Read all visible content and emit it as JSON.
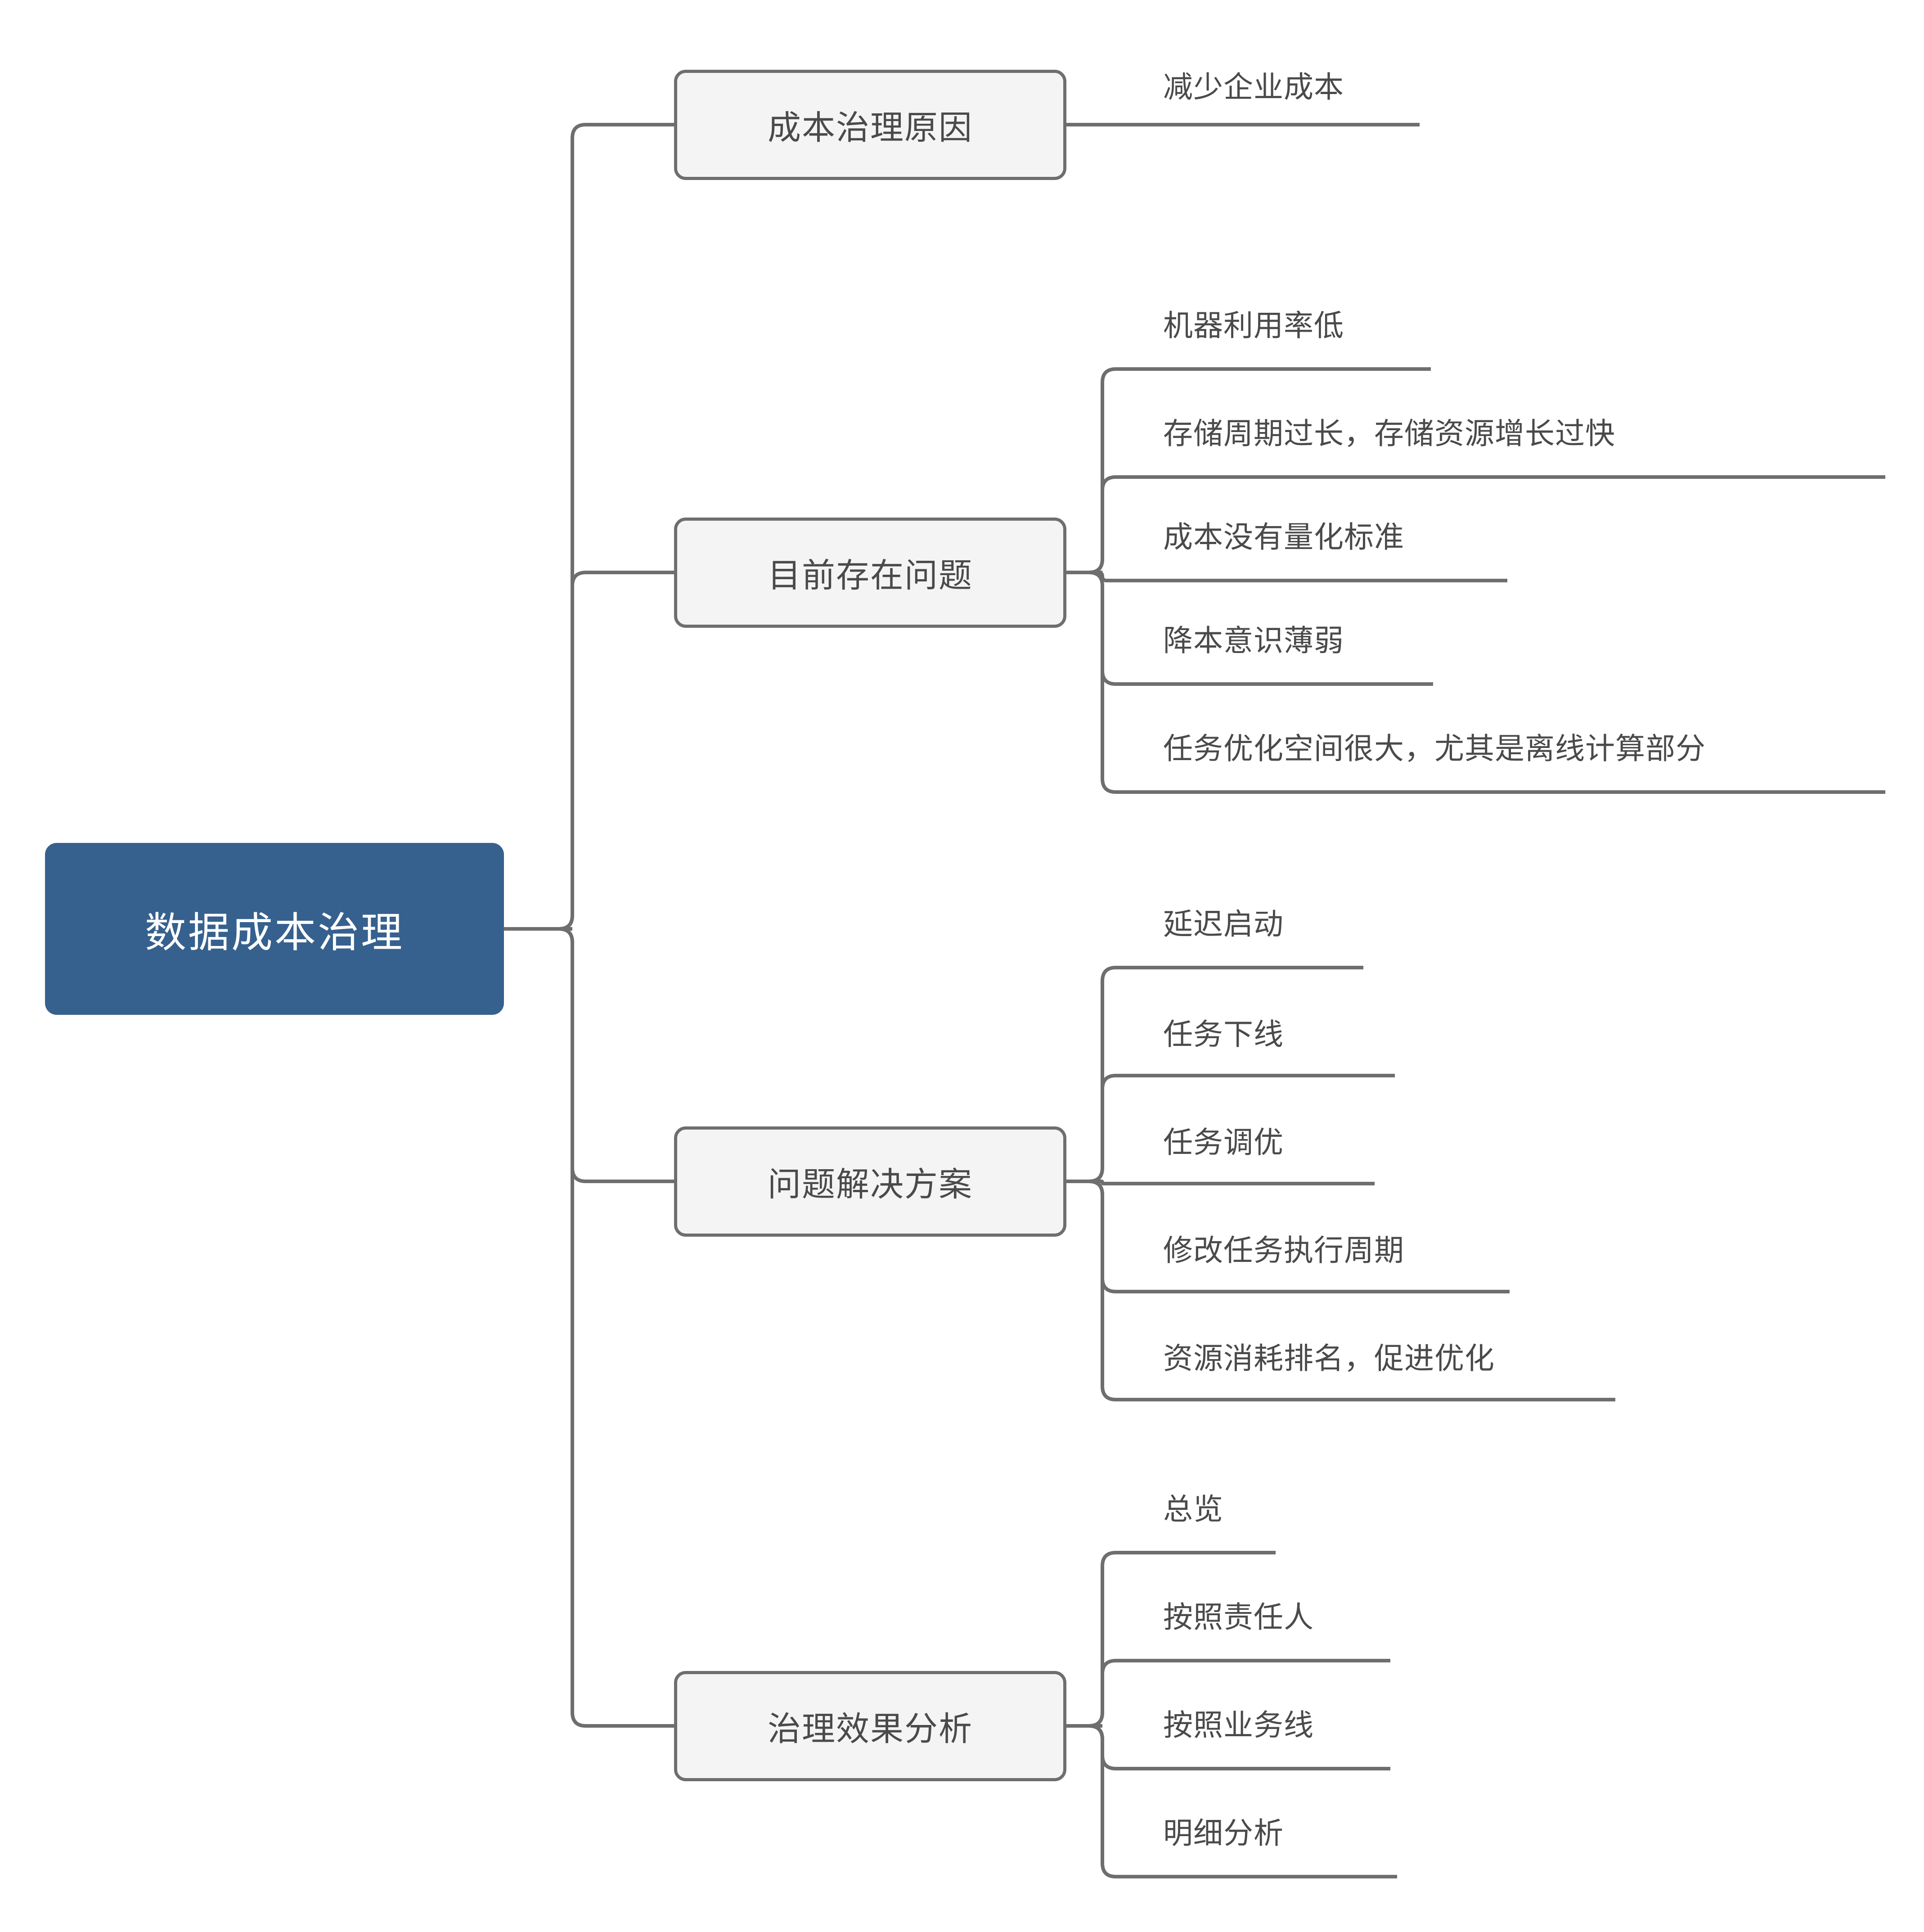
{
  "diagram": {
    "type": "mind-map",
    "title": "数据成本治理",
    "orientation": "left-to-right",
    "colors": {
      "root_fill": "#36618E",
      "root_text": "#FFFFFF",
      "branch_fill": "#F4F4F4",
      "branch_border": "#6E6E6E",
      "branch_text": "#4A4A4A",
      "leaf_text": "#4A4A4A",
      "connector": "#6E6E6E",
      "background": "#FFFFFF"
    }
  },
  "root": {
    "label": "数据成本治理"
  },
  "branches": [
    {
      "label": "成本治理原因",
      "leaves": [
        {
          "label": "减少企业成本"
        }
      ]
    },
    {
      "label": "目前存在问题",
      "leaves": [
        {
          "label": "机器利用率低"
        },
        {
          "label": "存储周期过长，存储资源增长过快"
        },
        {
          "label": "成本没有量化标准"
        },
        {
          "label": "降本意识薄弱"
        },
        {
          "label": "任务优化空间很大，尤其是离线计算部分"
        }
      ]
    },
    {
      "label": "问题解决方案",
      "leaves": [
        {
          "label": "延迟启动"
        },
        {
          "label": "任务下线"
        },
        {
          "label": "任务调优"
        },
        {
          "label": "修改任务执行周期"
        },
        {
          "label": "资源消耗排名，促进优化"
        }
      ]
    },
    {
      "label": "治理效果分析",
      "leaves": [
        {
          "label": "总览"
        },
        {
          "label": "按照责任人"
        },
        {
          "label": "按照业务线"
        },
        {
          "label": "明细分析"
        }
      ]
    }
  ]
}
